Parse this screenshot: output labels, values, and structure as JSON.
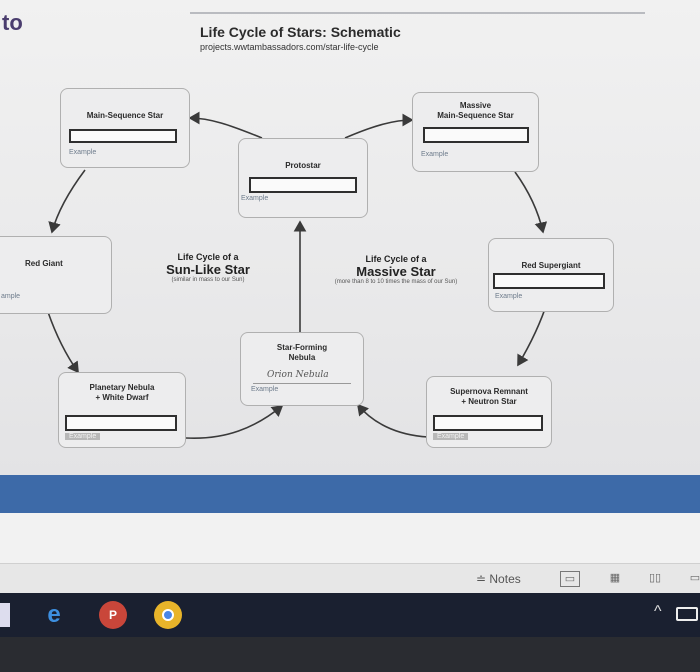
{
  "slide": {
    "corner_text": "to",
    "title": "Life Cycle of Stars: Schematic",
    "url": "projects.wwtambassadors.com/star-life-cycle"
  },
  "boxes": {
    "main_sequence": {
      "title": "Main-Sequence Star",
      "example": "Example"
    },
    "protostar": {
      "title": "Protostar",
      "example": "Example"
    },
    "massive_main_sequence": {
      "title_line1": "Massive",
      "title_line2": "Main-Sequence Star",
      "example": "Example"
    },
    "red_giant": {
      "title": "Red Giant",
      "example": "ample"
    },
    "red_supergiant": {
      "title": "Red Supergiant",
      "example": "Example"
    },
    "star_forming_nebula": {
      "title_line1": "Star-Forming",
      "title_line2": "Nebula",
      "handwritten": "Orion Nebula",
      "example": "Example"
    },
    "planetary_nebula": {
      "title_line1": "Planetary Nebula",
      "title_line2": "+ White Dwarf",
      "example": "Example"
    },
    "supernova_remnant": {
      "title_line1": "Supernova Remnant",
      "title_line2": "+ Neutron Star",
      "example": "Example"
    }
  },
  "labels": {
    "sun_like": {
      "line1": "Life Cycle of a",
      "line2": "Sun-Like Star",
      "line3": "(similar in mass to our Sun)"
    },
    "massive": {
      "line1": "Life Cycle of a",
      "line2": "Massive Star",
      "line3": "(more than 8 to 10 times the mass of our Sun)"
    }
  },
  "statusbar": {
    "notes_label": "Notes"
  }
}
